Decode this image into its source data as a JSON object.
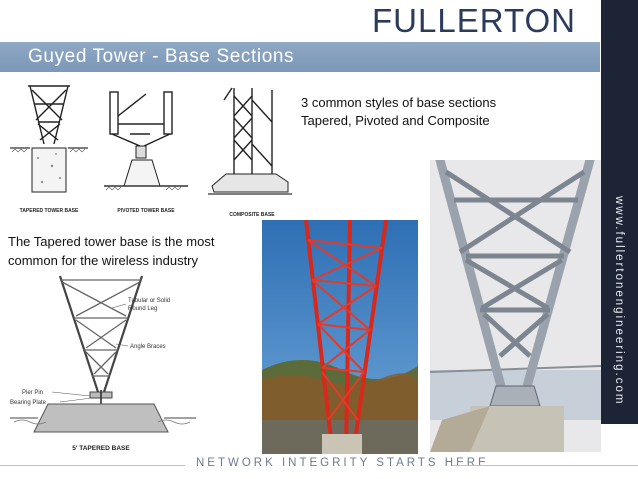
{
  "brand": {
    "name": "FULLERTON"
  },
  "slide": {
    "title": "Guyed Tower -  Base Sections"
  },
  "text": {
    "styles_line1": "3 common styles of base sections",
    "styles_line2": "Tapered,  Pivoted  and  Composite",
    "tapered_line1": "The Tapered tower base is the most",
    "tapered_line2": "common for the wireless industry"
  },
  "diagram_captions": {
    "tapered": "TAPERED TOWER BASE",
    "pivoted": "PIVOTED TOWER BASE",
    "composite": "COMPOSITE BASE"
  },
  "detail_diagram": {
    "leg_label_1": "Tubular or Solid",
    "leg_label_2": "Round Leg",
    "brace_label": "Angle Braces",
    "pier_label": "Pier Pin",
    "plate_label": "Bearing Plate",
    "caption": "5' TAPERED BASE"
  },
  "sidebar": {
    "url": "www.fullertonengineering.com"
  },
  "footer": {
    "tagline": "NETWORK INTEGRITY STARTS HERE"
  },
  "colors": {
    "title_band": "#7c98b8",
    "brand_text": "#2b3b5c",
    "side_bar": "#1d2436",
    "tower_red": "#d8281c"
  }
}
